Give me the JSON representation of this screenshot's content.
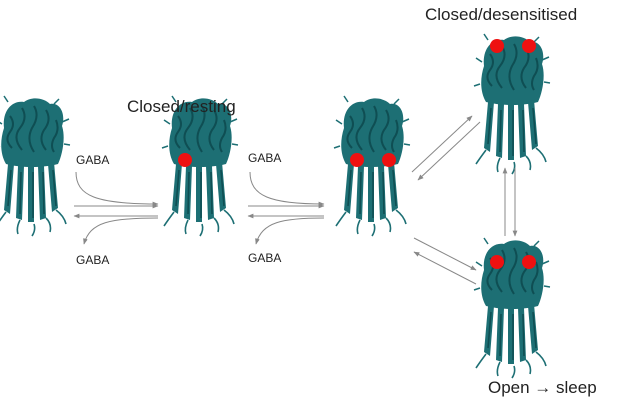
{
  "labels": {
    "closed_resting": "Closed/resting",
    "closed_desensitised": "Closed/desensitised",
    "open_sleep": "Open → sleep"
  },
  "gaba": {
    "step1_on": "GABA",
    "step1_off": "GABA",
    "step2_on": "GABA",
    "step2_off": "GABA"
  },
  "colors": {
    "protein": "#1d6f74",
    "protein_dark": "#0f4e53",
    "ligand": "#ee1111",
    "arrow": "#888888"
  },
  "receptors": [
    {
      "id": "unbound",
      "ligands": 0
    },
    {
      "id": "mono-liganded",
      "ligands": 1
    },
    {
      "id": "bi-liganded",
      "ligands": 2
    },
    {
      "id": "desensitised",
      "ligands": 2
    },
    {
      "id": "open",
      "ligands": 2
    }
  ]
}
